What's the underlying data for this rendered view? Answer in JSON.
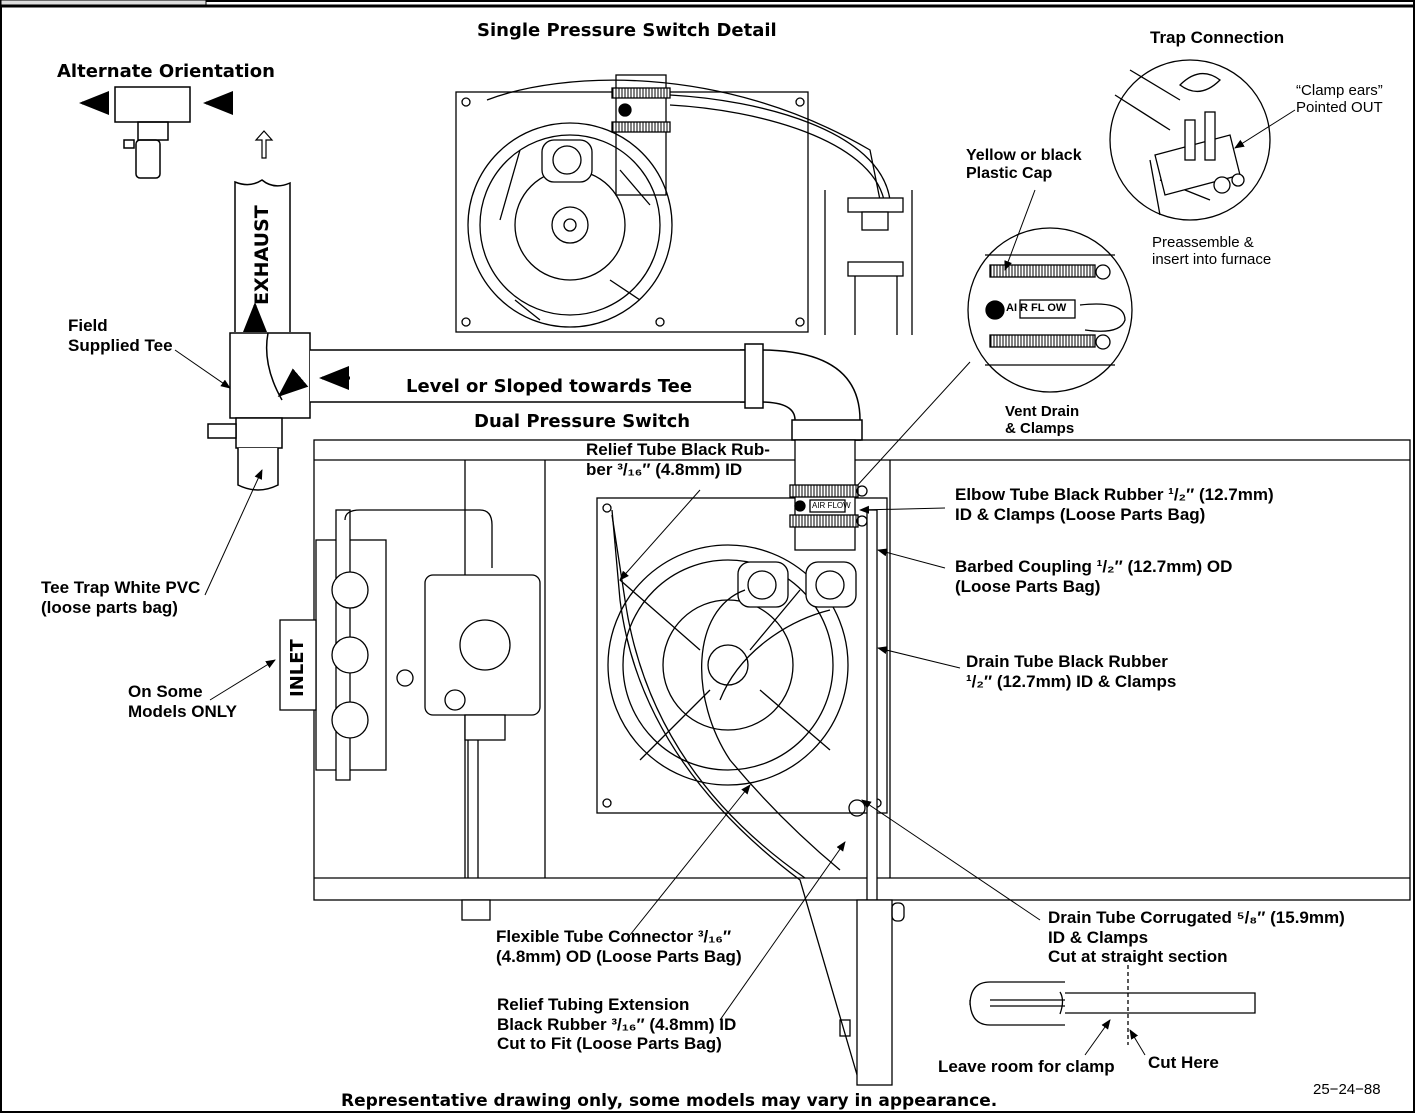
{
  "titles": {
    "single": "Single Pressure Switch  Detail",
    "dual": "Dual Pressure Switch",
    "alternate": "Alternate Orientation",
    "trap_connection": "Trap Connection"
  },
  "labels": {
    "exhaust": "EXHAUST",
    "inlet": "INLET",
    "level": "Level or Sloped towards Tee",
    "field_tee_1": "Field",
    "field_tee_2": "Supplied Tee",
    "tee_trap_1": "Tee Trap White  PVC",
    "tee_trap_2": "(loose parts bag)",
    "some_models_1": "On Some",
    "some_models_2": "Models ONLY",
    "yellow_cap_1": "Yellow or black",
    "yellow_cap_2": "Plastic  Cap",
    "clamp_ears_1": "“Clamp ears”",
    "clamp_ears_2": "Pointed OUT",
    "preassemble_1": "Preassemble &",
    "preassemble_2": "insert into furnace",
    "vent_drain_1": "Vent Drain",
    "vent_drain_2": "& Clamps",
    "relief_tube_1": "Relief Tube Black Rub-",
    "relief_tube_2a": "ber ",
    "relief_tube_2b": " (4.8mm) ID",
    "elbow_tube_1a": "Elbow Tube Black Rubber ",
    "elbow_tube_1b": " (12.7mm)",
    "elbow_tube_2": "ID & Clamps (Loose Parts Bag)",
    "barbed_1a": "Barbed Coupling ",
    "barbed_1b": " (12.7mm) OD",
    "barbed_2": "(Loose Parts Bag)",
    "drain_tube_1": "Drain Tube Black Rubber",
    "drain_tube_2b": " (12.7mm) ID & Clamps",
    "flex_1a": "Flexible Tube Connector ",
    "flex_2": "(4.8mm) OD (Loose Parts Bag)",
    "relief_ext_1": "Relief Tubing Extension",
    "relief_ext_2a": "Black Rubber ",
    "relief_ext_2b": " (4.8mm) ID",
    "relief_ext_3": "Cut to Fit (Loose Parts Bag)",
    "corrugated_1a": "Drain Tube Corrugated ",
    "corrugated_1b": " (15.9mm)",
    "corrugated_2": "ID & Clamps",
    "corrugated_3": "Cut at straight section",
    "leave_room": "Leave room for clamp",
    "cut_here": "Cut Here",
    "airflow": "AI R  FL OW",
    "airflow_small": "AIR FLOW",
    "fig_number": "25−24−88",
    "footnote": "Representative drawing only, some models may vary in appearance.",
    "half_inch": "¹/₂″",
    "three_sixteenths": "³/₁₆″",
    "five_eighths": "⁵/₈″"
  },
  "fractions": {
    "half": {
      "num": "1",
      "den": "2"
    },
    "three_sixteenths": {
      "num": "3",
      "den": "16"
    },
    "five_eighths": {
      "num": "5",
      "den": "8"
    },
    "inch_mark": "″"
  }
}
